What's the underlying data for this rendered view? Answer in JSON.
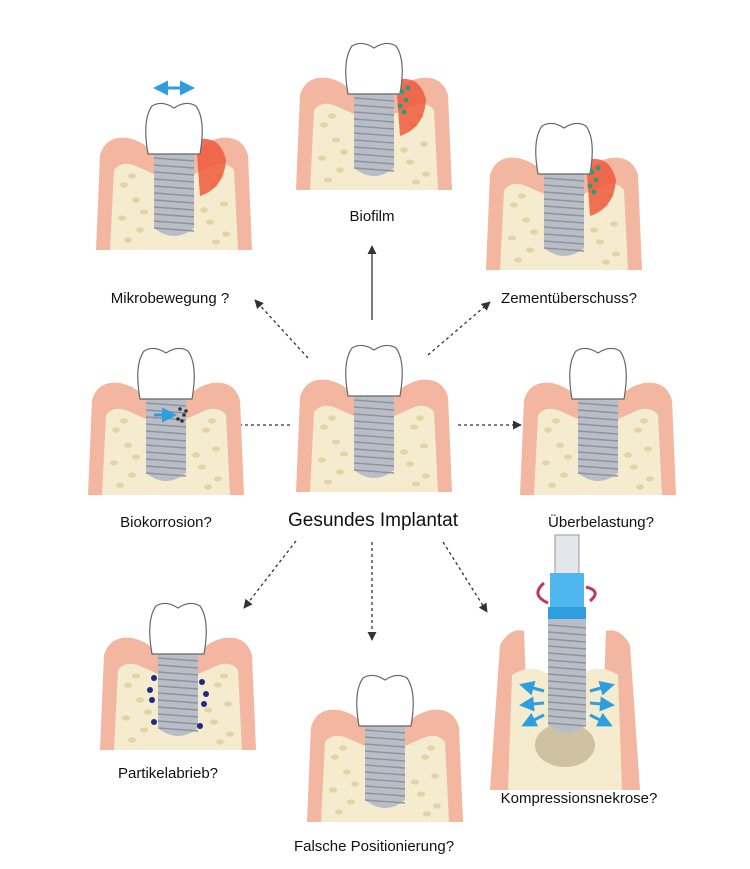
{
  "center": {
    "label": "Gesundes Implantat"
  },
  "panels": [
    {
      "id": "mikrobewegung",
      "label": "Mikrobewegung ?"
    },
    {
      "id": "biofilm",
      "label": "Biofilm"
    },
    {
      "id": "zement",
      "label": "Zementüberschuss?"
    },
    {
      "id": "biokorrosion",
      "label": "Biokorrosion?"
    },
    {
      "id": "ueberbelastung",
      "label": "Überbelastung?"
    },
    {
      "id": "partikel",
      "label": "Partikelabrieb?"
    },
    {
      "id": "falsche",
      "label": "Falsche Positionierung?"
    },
    {
      "id": "kompression",
      "label": "Kompressionsnekrose?"
    }
  ],
  "colors": {
    "gum": "#f3b6a0",
    "gum_dark": "#e58f78",
    "bone": "#f5ecd0",
    "bone_spot": "#e2d4a4",
    "implant": "#b9bdc6",
    "implant_dark": "#8d939e",
    "inflammation": "#ef5a3c",
    "blue": "#2f9ee0",
    "arrow": "#333333"
  }
}
